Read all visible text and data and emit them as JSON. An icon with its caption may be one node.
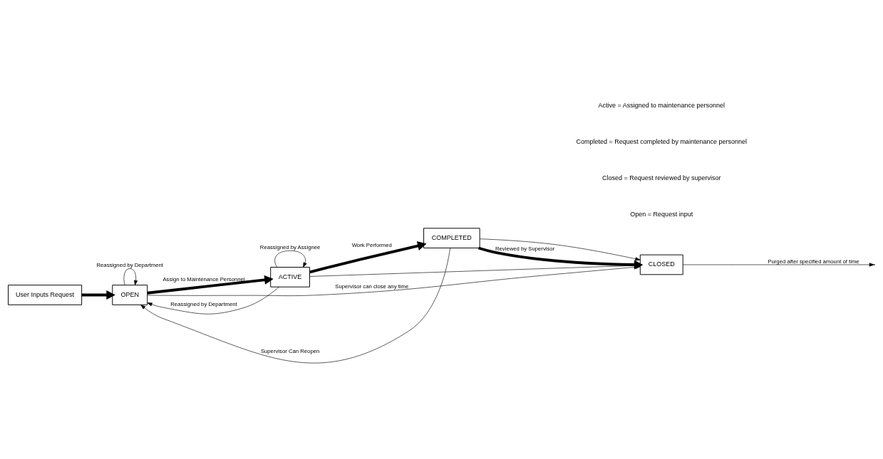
{
  "diagram": {
    "nodes": [
      {
        "text": [
          "User Inputs Request"
        ]
      },
      {
        "text": [
          "OPEN"
        ]
      },
      {
        "text": [
          "ACTIVE"
        ]
      },
      {
        "text": [
          "COMPLETED"
        ]
      },
      {
        "text": [
          "CLOSED"
        ]
      }
    ],
    "edges": [
      {
        "from": 0,
        "to": 1,
        "arrow": "to",
        "style": "thick"
      },
      {
        "from": 1,
        "to": 1,
        "arrow": "to",
        "label": "Reassigned by Department"
      },
      {
        "from": 3,
        "to": 1,
        "arrow": "to",
        "label": "Supervisor Can Reopen"
      },
      {
        "from": 2,
        "to": 1,
        "arrow": "to",
        "label": "Reassigned by Department"
      },
      {
        "from": 2,
        "to": 2,
        "arrow": "to",
        "label": "Reassigned by Assignee"
      },
      {
        "from": 1,
        "to": 2,
        "arrow": "to",
        "style": "thick",
        "label": "Assign to Maintenance Personnel"
      },
      {
        "from": 2,
        "to": 3,
        "arrow": "to",
        "style": "thick",
        "label": "Work Performed"
      },
      {
        "from": 3,
        "to": 4,
        "arrow": "to",
        "style": "thick",
        "label": "Reviewed by Supervisor"
      },
      {
        "from": 4,
        "to": null,
        "arrow": "to",
        "label": "Purged after specified amount of time"
      },
      {
        "from": 1,
        "to": 4,
        "arrow": "to",
        "label": "Supervisor can close any time"
      },
      {
        "from": 2,
        "to": 4,
        "arrow": "to"
      },
      {
        "from": 3,
        "to": 4,
        "arrow": "to"
      }
    ],
    "labels": [
      "Open = Request input",
      "Active = Assigned to maintenance personnel",
      "Completed = Request completed by maintenance personnel",
      "Closed = Request reviewed by supervisor"
    ]
  }
}
